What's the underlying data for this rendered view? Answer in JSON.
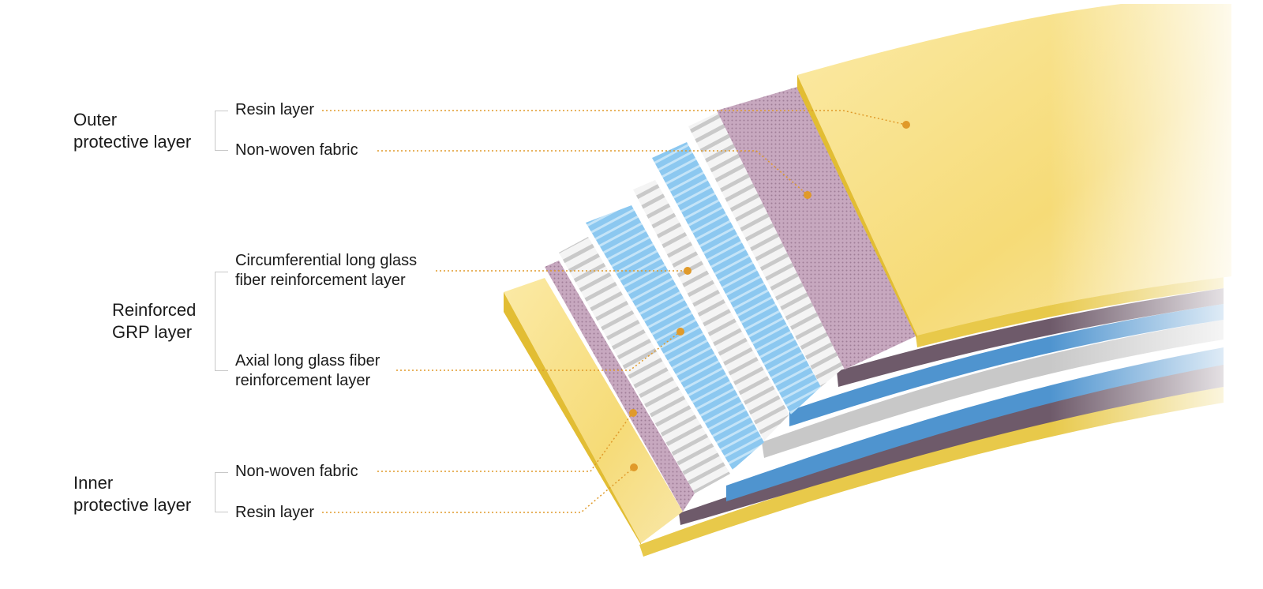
{
  "groups": {
    "outer": {
      "line1": "Outer",
      "line2": "protective layer"
    },
    "reinforced": {
      "line1": "Reinforced",
      "line2": "GRP layer"
    },
    "inner": {
      "line1": "Inner",
      "line2": "protective layer"
    }
  },
  "items": {
    "outer_resin": "Resin layer",
    "outer_nonwoven": "Non-woven fabric",
    "circ_line1": "Circumferential long glass",
    "circ_line2": "fiber reinforcement layer",
    "axial_line1": "Axial long glass fiber",
    "axial_line2": "reinforcement layer",
    "inner_nonwoven": "Non-woven fabric",
    "inner_resin": "Resin layer"
  },
  "colors": {
    "resin": "#f3d76a",
    "nonwoven": "#c7a8bf",
    "fiber_white": "#eeeeee",
    "fiber_blue": "#8cc8f0",
    "leader": "#e09a2a"
  }
}
